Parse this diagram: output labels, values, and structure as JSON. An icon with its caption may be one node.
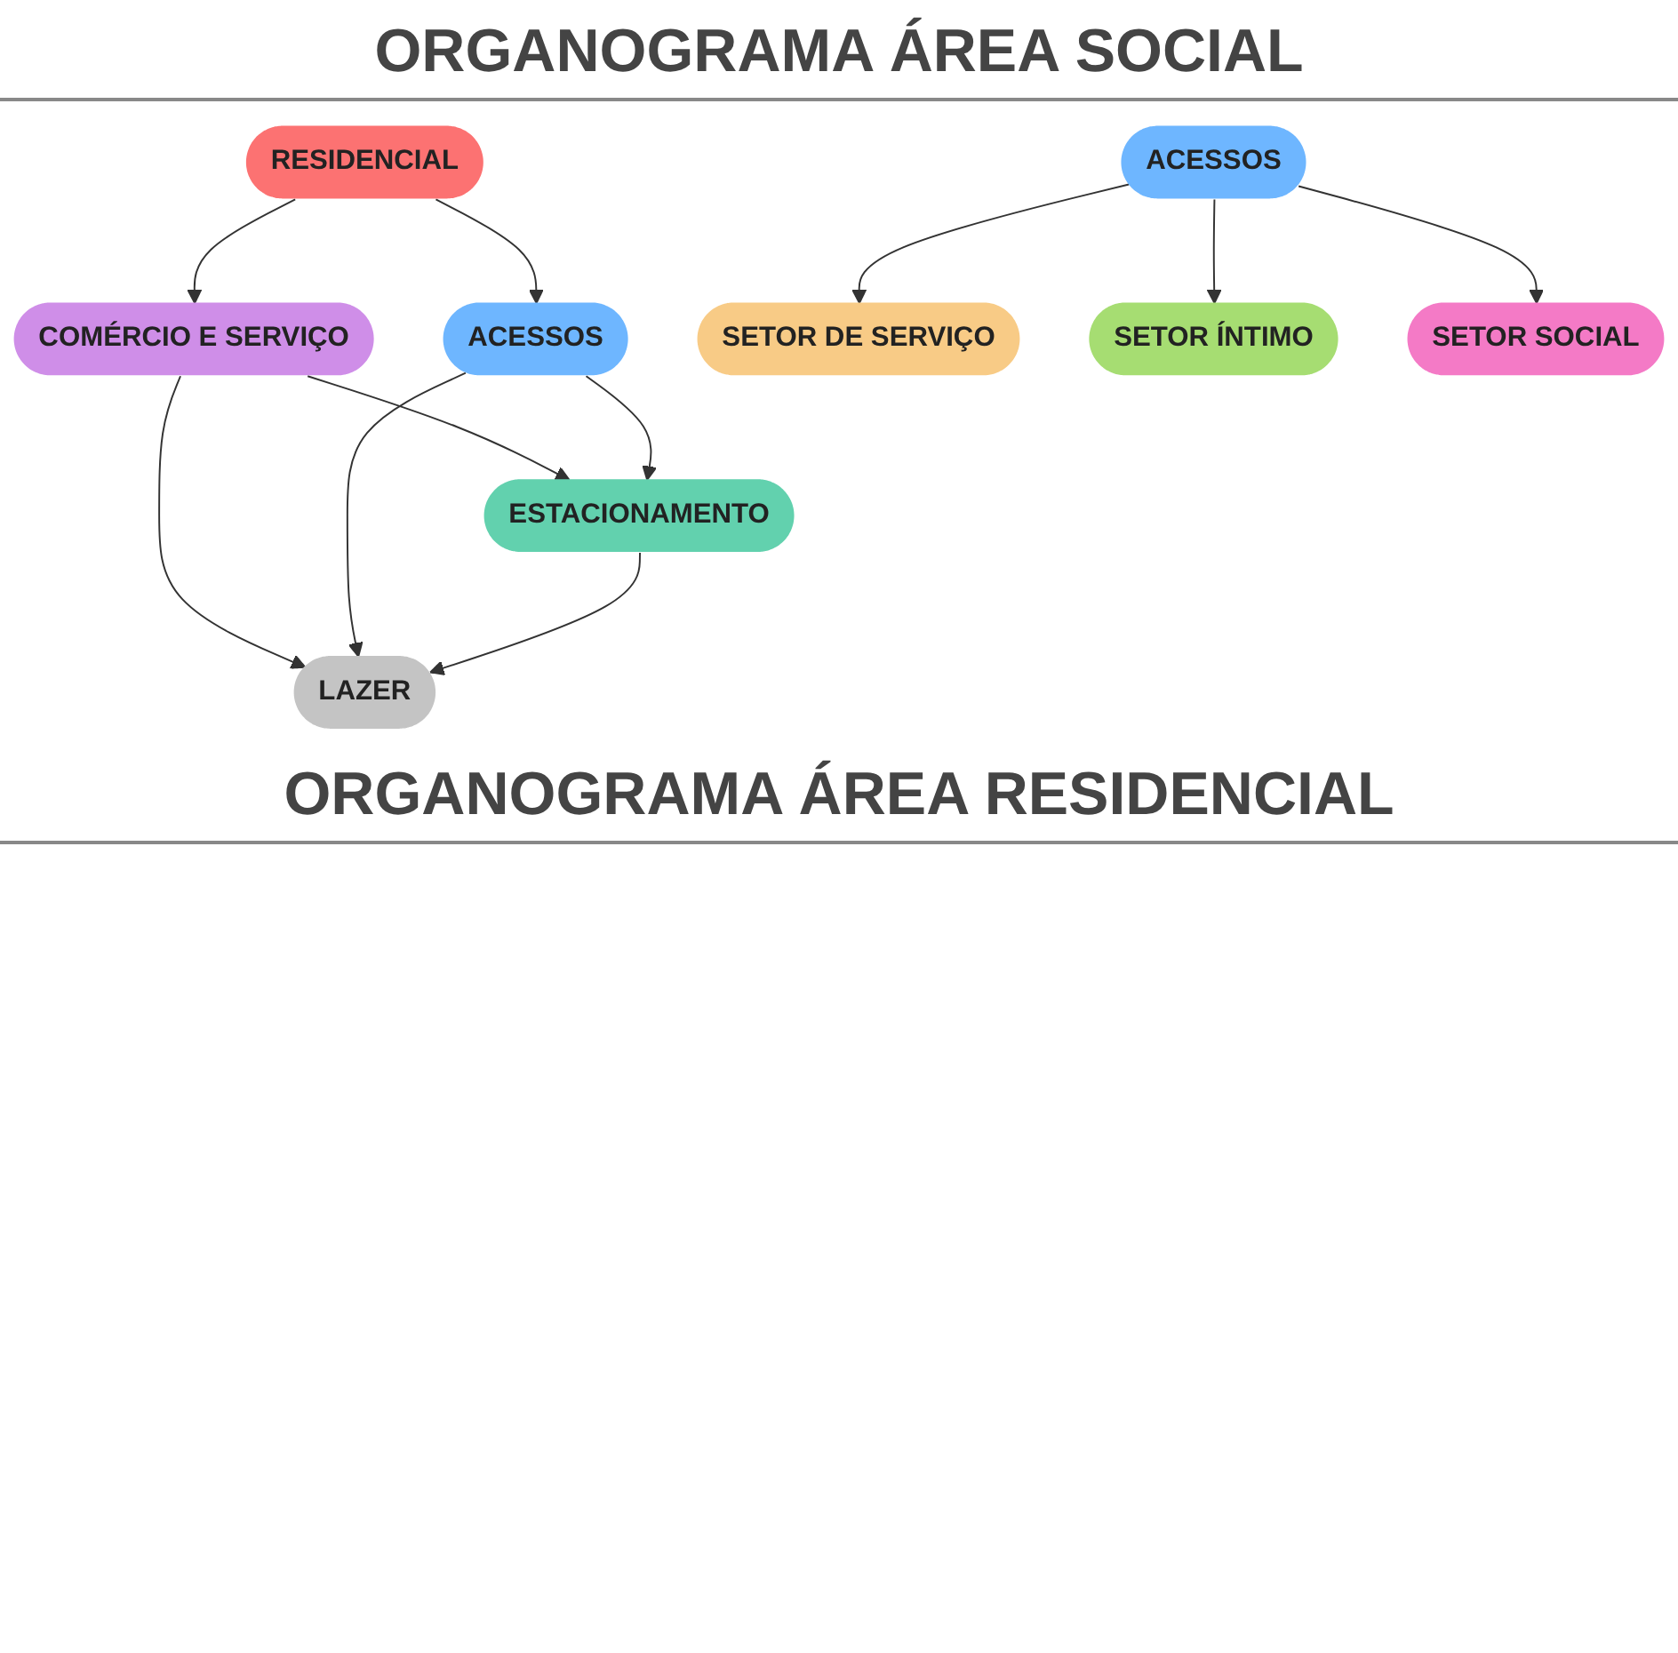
{
  "diagram": {
    "title": "ORGANOGRAMA ÁREA SOCIAL",
    "nodes": [
      {
        "text": [
          "RESIDENCIAL"
        ]
      },
      {
        "text": [
          "COMÉRCIO E SERVIÇO"
        ]
      },
      {
        "text": [
          "LAZER"
        ]
      },
      {
        "text": [
          "ACESSOS"
        ]
      },
      {
        "text": [
          "ESTACIONAMENTO"
        ]
      },
      {
        "text": [
          "ACESSOS"
        ]
      },
      {
        "text": [
          "SETOR DE SERVIÇO"
        ]
      },
      {
        "text": [
          "SETOR ÍNTIMO"
        ]
      },
      {
        "text": [
          "SETOR SOCIAL"
        ]
      }
    ],
    "edges": [
      {
        "from": 0,
        "to": 1,
        "arrow": "to"
      },
      {
        "from": 0,
        "to": 3,
        "arrow": "to"
      },
      {
        "from": 1,
        "to": 2,
        "arrow": "to"
      },
      {
        "from": 1,
        "to": 4,
        "arrow": "to"
      },
      {
        "from": 3,
        "to": 2,
        "arrow": "to"
      },
      {
        "from": 4,
        "to": 2,
        "arrow": "to"
      },
      {
        "from": 3,
        "to": 4,
        "arrow": "to"
      },
      {
        "from": 5,
        "to": 6,
        "arrow": "to"
      },
      {
        "from": 5,
        "to": 7,
        "arrow": "to"
      },
      {
        "from": 5,
        "to": 8,
        "arrow": "to"
      }
    ],
    "labels": [
      "ORGANOGRAMA ÁREA RESIDENCIAL"
    ]
  }
}
